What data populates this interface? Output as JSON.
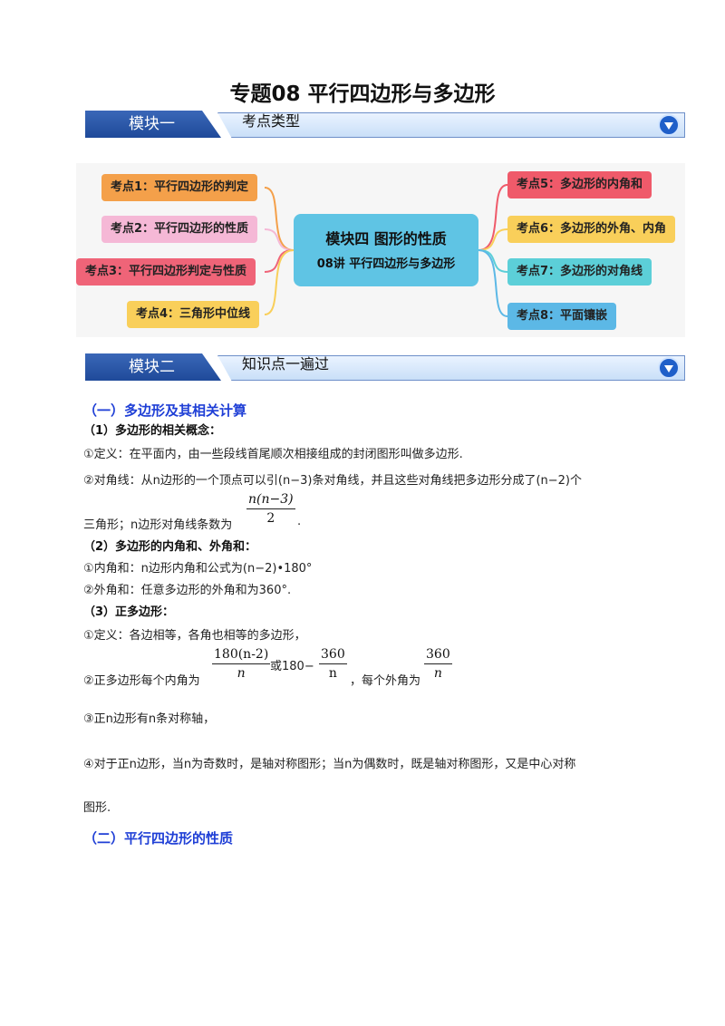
{
  "title": "专题08  平行四边形与多边形",
  "module1": {
    "tag": "模块一",
    "label": "考点类型"
  },
  "module2": {
    "tag": "模块二",
    "label": "知识点一遍过"
  },
  "mindmap": {
    "center_line1": "模块四  图形的性质",
    "center_line2": "08讲  平行四边形与多边形",
    "left_nodes": [
      {
        "label": "考点1：平行四边形的判定",
        "color": "#f4a04a"
      },
      {
        "label": "考点2：平行四边形的性质",
        "color": "#f5b8d6"
      },
      {
        "label": "考点3：平行四边形判定与性质",
        "color": "#ef6478"
      },
      {
        "label": "考点4：三角形中位线",
        "color": "#f9cf5a"
      }
    ],
    "right_nodes": [
      {
        "label": "考点5：多边形的内角和",
        "color": "#ef5a6a"
      },
      {
        "label": "考点6：多边形的外角、内角",
        "color": "#f9cf5a"
      },
      {
        "label": "考点7：多边形的对角线",
        "color": "#5ccfd8"
      },
      {
        "label": "考点8：平面镶嵌",
        "color": "#5cb8e6"
      }
    ]
  },
  "section1": {
    "heading": "（一）多边形及其相关计算",
    "sub1": "（1）多边形的相关概念：",
    "line1": "①定义：在平面内，由一些段线首尾顺次相接组成的封闭图形叫做多边形.",
    "line2": "②对角线：从n边形的一个顶点可以引(n−3)条对角线，并且这些对角线把多边形分成了(n−2)个",
    "line3": "三角形；n边形对角线条数为",
    "line3_end": ".",
    "frac1_num": "n(n−3)",
    "frac1_den": "2",
    "sub2": "（2）多边形的内角和、外角和：",
    "line4": "①内角和：n边形内角和公式为(n−2)•180°",
    "line5": "②外角和：任意多边形的外角和为360°.",
    "sub3": "（3）正多边形：",
    "line6": "①定义：各边相等，各角也相等的多边形，",
    "line7a": "②正多边形每个内角为",
    "frac2_num": "180(n-2)",
    "frac2_den": "n",
    "or_text": "或180−",
    "frac3_num": "360",
    "frac3_den": "n",
    "line7b": "，每个外角为",
    "frac4_num": "360",
    "frac4_den": "n",
    "line8": "③正n边形有n条对称轴，",
    "line9": "④对于正n边形，当n为奇数时，是轴对称图形；当n为偶数时，既是轴对称图形，又是中心对称",
    "line10": "图形."
  },
  "section2": {
    "heading": "（二）平行四边形的性质"
  }
}
